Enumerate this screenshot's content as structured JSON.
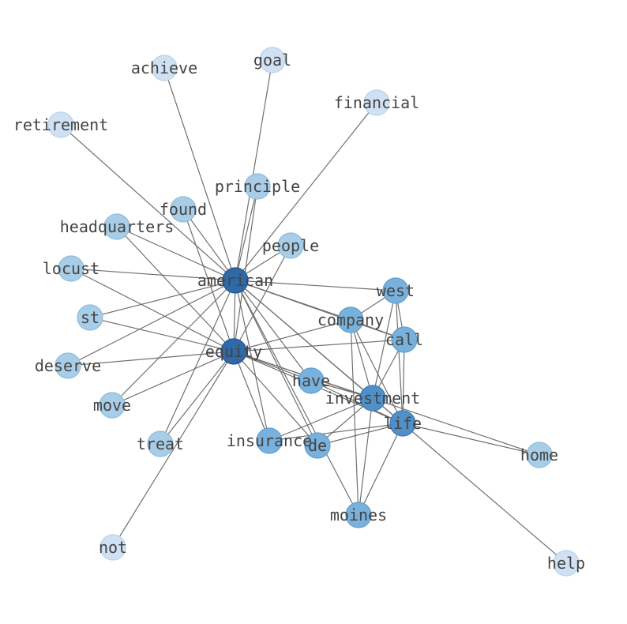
{
  "colors": {
    "edge": "#707070",
    "label": "#444444",
    "tiers": [
      "#cfe1f2",
      "#a8cde6",
      "#78b2dc",
      "#4f90c8",
      "#2f69a8"
    ]
  },
  "nodes": [
    {
      "id": "american",
      "label": "american",
      "tier": 4
    },
    {
      "id": "equity",
      "label": "equity",
      "tier": 4
    },
    {
      "id": "investment",
      "label": "investment",
      "tier": 3
    },
    {
      "id": "life",
      "label": "life",
      "tier": 3
    },
    {
      "id": "company",
      "label": "company",
      "tier": 2
    },
    {
      "id": "west",
      "label": "west",
      "tier": 2
    },
    {
      "id": "call",
      "label": "call",
      "tier": 2
    },
    {
      "id": "have",
      "label": "have",
      "tier": 2
    },
    {
      "id": "de",
      "label": "de",
      "tier": 2
    },
    {
      "id": "insurance",
      "label": "insurance",
      "tier": 2
    },
    {
      "id": "moines",
      "label": "moines",
      "tier": 2
    },
    {
      "id": "principle",
      "label": "principle",
      "tier": 1
    },
    {
      "id": "found",
      "label": "found",
      "tier": 1
    },
    {
      "id": "headquarters",
      "label": "headquarters",
      "tier": 1
    },
    {
      "id": "people",
      "label": "people",
      "tier": 1
    },
    {
      "id": "locust",
      "label": "locust",
      "tier": 1
    },
    {
      "id": "st",
      "label": "st",
      "tier": 1
    },
    {
      "id": "deserve",
      "label": "deserve",
      "tier": 1
    },
    {
      "id": "move",
      "label": "move",
      "tier": 1
    },
    {
      "id": "treat",
      "label": "treat",
      "tier": 1
    },
    {
      "id": "home",
      "label": "home",
      "tier": 1
    },
    {
      "id": "achieve",
      "label": "achieve",
      "tier": 0
    },
    {
      "id": "goal",
      "label": "goal",
      "tier": 0
    },
    {
      "id": "financial",
      "label": "financial",
      "tier": 0
    },
    {
      "id": "retirement",
      "label": "retirement",
      "tier": 0
    },
    {
      "id": "not",
      "label": "not",
      "tier": 0
    },
    {
      "id": "help",
      "label": "help",
      "tier": 0
    }
  ],
  "edges": [
    [
      "american",
      "achieve"
    ],
    [
      "american",
      "goal"
    ],
    [
      "american",
      "financial"
    ],
    [
      "american",
      "retirement"
    ],
    [
      "american",
      "principle"
    ],
    [
      "american",
      "found"
    ],
    [
      "american",
      "headquarters"
    ],
    [
      "american",
      "people"
    ],
    [
      "american",
      "locust"
    ],
    [
      "american",
      "st"
    ],
    [
      "american",
      "deserve"
    ],
    [
      "american",
      "move"
    ],
    [
      "american",
      "treat"
    ],
    [
      "american",
      "west"
    ],
    [
      "american",
      "company"
    ],
    [
      "american",
      "call"
    ],
    [
      "american",
      "investment"
    ],
    [
      "american",
      "life"
    ],
    [
      "american",
      "equity"
    ],
    [
      "american",
      "insurance"
    ],
    [
      "american",
      "de"
    ],
    [
      "american",
      "moines"
    ],
    [
      "american",
      "have"
    ],
    [
      "equity",
      "principle"
    ],
    [
      "equity",
      "found"
    ],
    [
      "equity",
      "headquarters"
    ],
    [
      "equity",
      "people"
    ],
    [
      "equity",
      "locust"
    ],
    [
      "equity",
      "st"
    ],
    [
      "equity",
      "deserve"
    ],
    [
      "equity",
      "move"
    ],
    [
      "equity",
      "treat"
    ],
    [
      "equity",
      "not"
    ],
    [
      "equity",
      "company"
    ],
    [
      "equity",
      "call"
    ],
    [
      "equity",
      "have"
    ],
    [
      "equity",
      "investment"
    ],
    [
      "equity",
      "life"
    ],
    [
      "equity",
      "insurance"
    ],
    [
      "equity",
      "de"
    ],
    [
      "equity",
      "home"
    ],
    [
      "investment",
      "company"
    ],
    [
      "investment",
      "west"
    ],
    [
      "investment",
      "call"
    ],
    [
      "investment",
      "life"
    ],
    [
      "investment",
      "moines"
    ],
    [
      "investment",
      "de"
    ],
    [
      "investment",
      "insurance"
    ],
    [
      "investment",
      "have"
    ],
    [
      "life",
      "west"
    ],
    [
      "life",
      "call"
    ],
    [
      "life",
      "company"
    ],
    [
      "life",
      "moines"
    ],
    [
      "life",
      "de"
    ],
    [
      "life",
      "insurance"
    ],
    [
      "life",
      "help"
    ],
    [
      "life",
      "home"
    ],
    [
      "life",
      "have"
    ],
    [
      "company",
      "west"
    ],
    [
      "company",
      "call"
    ],
    [
      "company",
      "moines"
    ],
    [
      "west",
      "call"
    ]
  ]
}
